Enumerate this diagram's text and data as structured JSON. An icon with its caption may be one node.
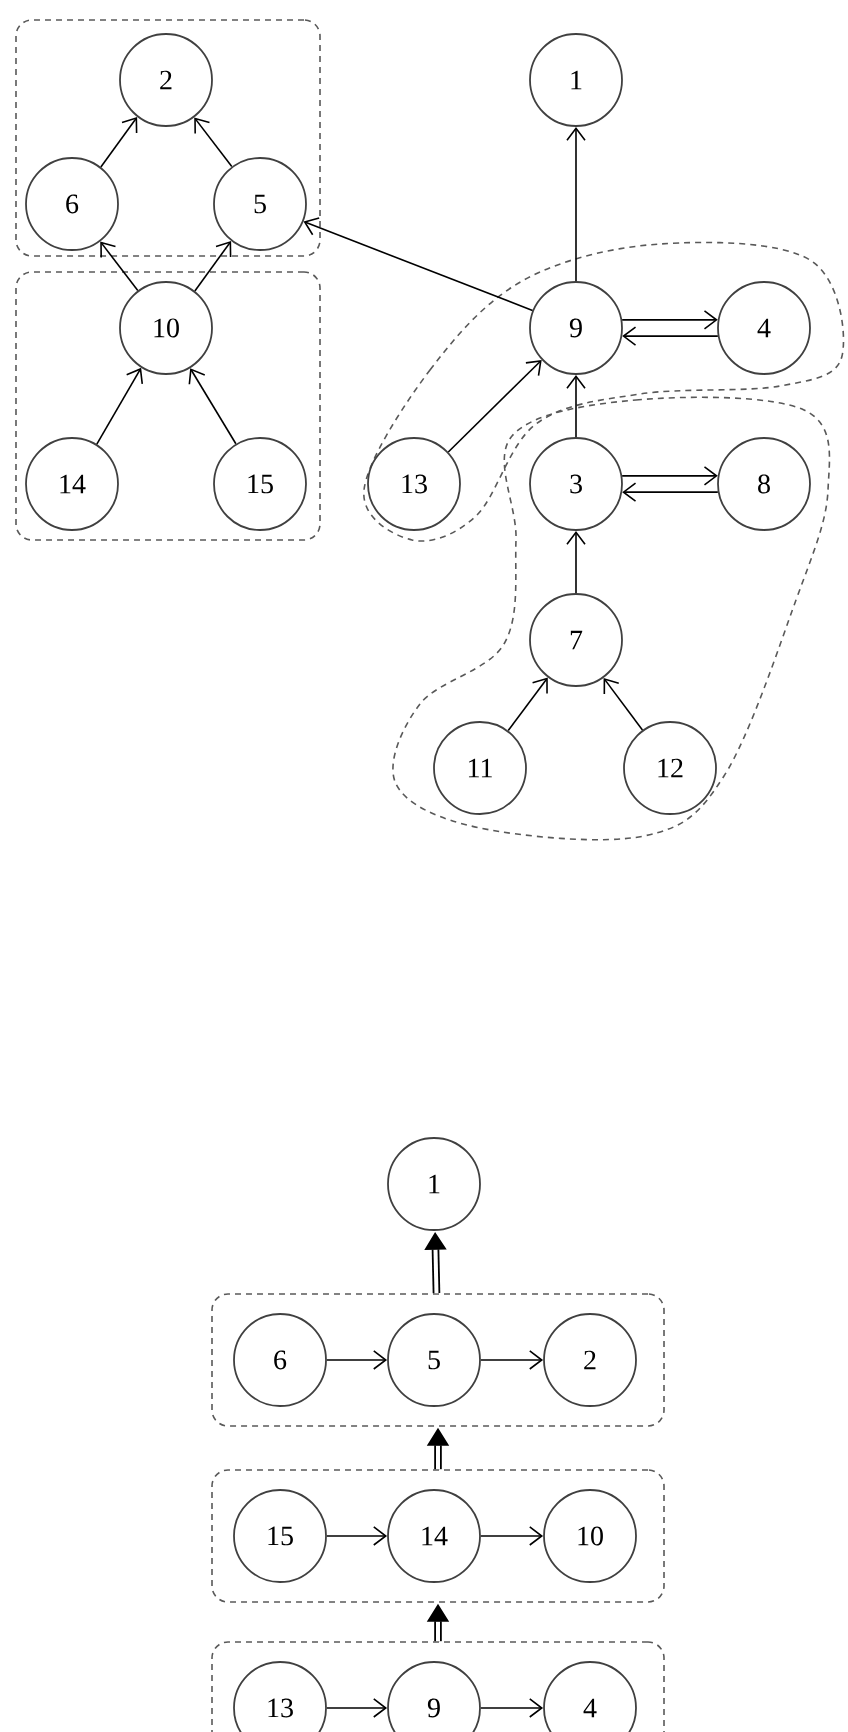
{
  "diagram": {
    "nodes": [
      {
        "text": [],
        "shape": "box"
      },
      {
        "text": [
          "2"
        ],
        "in": 0
      },
      {
        "text": [
          "6"
        ],
        "in": 0
      },
      {
        "text": [
          "5"
        ],
        "in": 0
      },
      {
        "text": [],
        "shape": "box"
      },
      {
        "text": [
          "10"
        ],
        "in": 4
      },
      {
        "text": [
          "14"
        ],
        "in": 4
      },
      {
        "text": [
          "15"
        ],
        "in": 4
      },
      {
        "text": [
          "1"
        ]
      },
      {
        "text": [],
        "shape": "blob"
      },
      {
        "text": [
          "9"
        ],
        "in": 9
      },
      {
        "text": [
          "4"
        ],
        "in": 9
      },
      {
        "text": [
          "13"
        ],
        "in": 9
      },
      {
        "text": [],
        "shape": "blob"
      },
      {
        "text": [
          "3"
        ],
        "in": 13
      },
      {
        "text": [
          "8"
        ],
        "in": 13
      },
      {
        "text": [
          "7"
        ],
        "in": 13
      },
      {
        "text": [
          "11"
        ],
        "in": 13
      },
      {
        "text": [
          "12"
        ],
        "in": 13
      },
      {
        "text": [
          "1"
        ]
      },
      {
        "text": [],
        "shape": "box"
      },
      {
        "text": [
          "6"
        ],
        "in": 20
      },
      {
        "text": [
          "5"
        ],
        "in": 20
      },
      {
        "text": [
          "2"
        ],
        "in": 20
      },
      {
        "text": [],
        "shape": "box"
      },
      {
        "text": [
          "15"
        ],
        "in": 24
      },
      {
        "text": [
          "14"
        ],
        "in": 24
      },
      {
        "text": [
          "10"
        ],
        "in": 24
      },
      {
        "text": [],
        "shape": "box"
      },
      {
        "text": [
          "13"
        ],
        "in": 28
      },
      {
        "text": [
          "9"
        ],
        "in": 28
      },
      {
        "text": [
          "4"
        ],
        "in": 28
      }
    ],
    "edges": [
      {
        "from": 2,
        "to": 1,
        "arrow": "to"
      },
      {
        "from": 3,
        "to": 1,
        "arrow": "to"
      },
      {
        "from": 5,
        "to": 2,
        "arrow": "to"
      },
      {
        "from": 5,
        "to": 3,
        "arrow": "to"
      },
      {
        "from": 6,
        "to": 5,
        "arrow": "to"
      },
      {
        "from": 7,
        "to": 5,
        "arrow": "to"
      },
      {
        "from": 10,
        "to": 3,
        "arrow": "to"
      },
      {
        "from": 10,
        "to": 8,
        "arrow": "to"
      },
      {
        "from": 10,
        "to": 11,
        "arrow": "to"
      },
      {
        "from": 11,
        "to": 10,
        "arrow": "to"
      },
      {
        "from": 12,
        "to": 10,
        "arrow": "to"
      },
      {
        "from": 14,
        "to": 10,
        "arrow": "to"
      },
      {
        "from": 14,
        "to": 15,
        "arrow": "to"
      },
      {
        "from": 15,
        "to": 14,
        "arrow": "to"
      },
      {
        "from": 16,
        "to": 14,
        "arrow": "to"
      },
      {
        "from": 17,
        "to": 16,
        "arrow": "to"
      },
      {
        "from": 18,
        "to": 16,
        "arrow": "to"
      },
      {
        "from": 21,
        "to": 22,
        "arrow": "to"
      },
      {
        "from": 22,
        "to": 23,
        "arrow": "to"
      },
      {
        "from": 25,
        "to": 26,
        "arrow": "to"
      },
      {
        "from": 26,
        "to": 27,
        "arrow": "to"
      },
      {
        "from": 29,
        "to": 30,
        "arrow": "to"
      },
      {
        "from": 30,
        "to": 31,
        "arrow": "to"
      },
      {
        "from": 28,
        "to": 24,
        "arrow": "to",
        "style": "thick"
      },
      {
        "from": 24,
        "to": 20,
        "arrow": "to",
        "style": "thick"
      },
      {
        "from": 20,
        "to": 19,
        "arrow": "to",
        "style": "thick"
      }
    ]
  }
}
